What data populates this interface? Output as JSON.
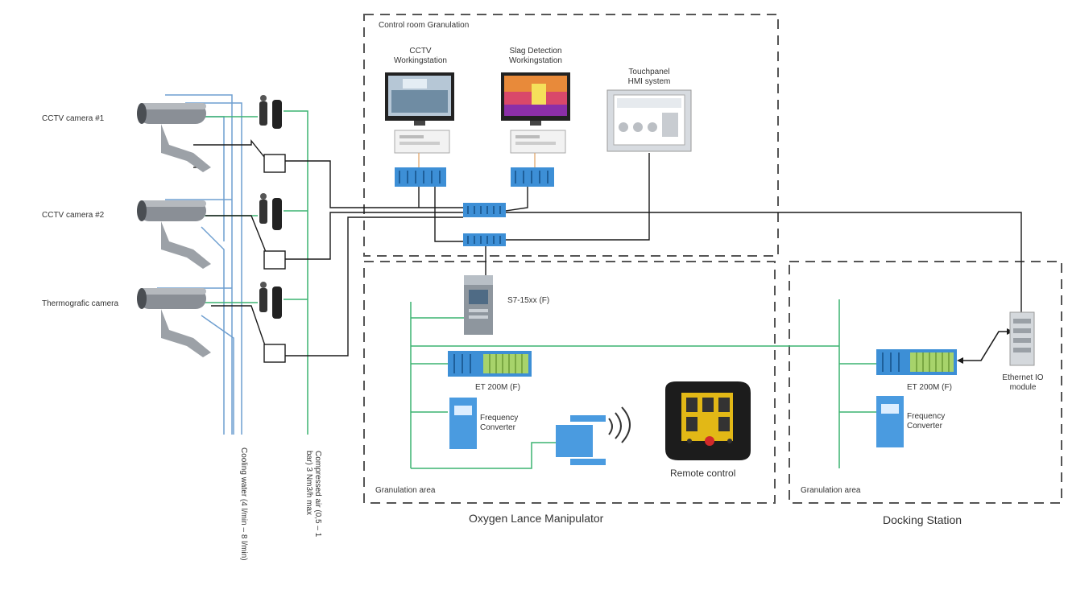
{
  "labels": {
    "control_room": "Control room Granulation",
    "cctv_ws_line1": "CCTV",
    "cctv_ws_line2": "Workingstation",
    "slag_ws_line1": "Slag Detection",
    "slag_ws_line2": "Workingstation",
    "touch_line1": "Touchpanel",
    "touch_line2": "HMI system",
    "cam1": "CCTV camera #1",
    "cam2": "CCTV camera #2",
    "cam3": "Thermografic camera",
    "plc": "S7-15xx (F)",
    "et200_a": "ET 200M (F)",
    "et200_b": "ET 200M (F)",
    "fc_a_line1": "Frequency",
    "fc_a_line2": "Converter",
    "fc_b_line1": "Frequency",
    "fc_b_line2": "Converter",
    "eth_io_line1": "Ethernet IO",
    "eth_io_line2": "module",
    "remote": "Remote control",
    "gran_area_a": "Granulation area",
    "gran_area_b": "Granulation area",
    "oxygen": "Oxygen Lance Manipulator",
    "docking": "Docking Station",
    "water_line": "Cooling water (4 l/min – 8 l/min)",
    "air_line1": "Compressed air (0,5 – 1",
    "air_line2": "bar) 3 Nm3/h max"
  },
  "colors": {
    "network": "#1a1a1a",
    "water": "#6f9fd0",
    "air": "#3cb371",
    "switch": "#3d8fd6",
    "dashed": "#555555"
  }
}
